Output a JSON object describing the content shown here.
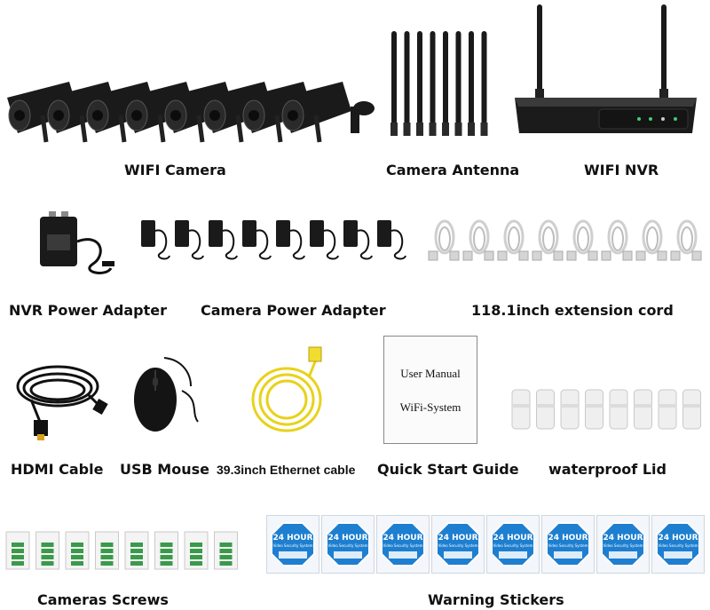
{
  "labels": {
    "wifi_camera": "WIFI Camera",
    "camera_antenna": "Camera Antenna",
    "wifi_nvr": "WIFI NVR",
    "nvr_power_adapter": "NVR Power Adapter",
    "camera_power_adapter": "Camera Power Adapter",
    "extension_cord": "118.1inch extension cord",
    "hdmi_cable": "HDMI Cable",
    "usb_mouse": "USB Mouse",
    "ethernet_cable": "39.3inch Ethernet  cable",
    "quick_start_guide": "Quick Start Guide",
    "waterproof_lid": "waterproof Lid",
    "cameras_screws": "Cameras Screws",
    "warning_stickers": "Warning Stickers"
  },
  "guide": {
    "line1": "User Manual",
    "line2": "WiFi-System"
  },
  "sticker": {
    "title": "24 HOUR",
    "subtitle": "Video Security System"
  },
  "counts": {
    "cameras": 8,
    "antennas": 8,
    "camera_adapters": 8,
    "extension_cords": 8,
    "lids": 8,
    "screw_packs": 8,
    "stickers": 8
  },
  "colors": {
    "product_black": "#1a1a1a",
    "sticker_blue": "#1e7fd0",
    "ethernet_yellow": "#e8d21a",
    "screw_green": "#3a9a4a"
  }
}
